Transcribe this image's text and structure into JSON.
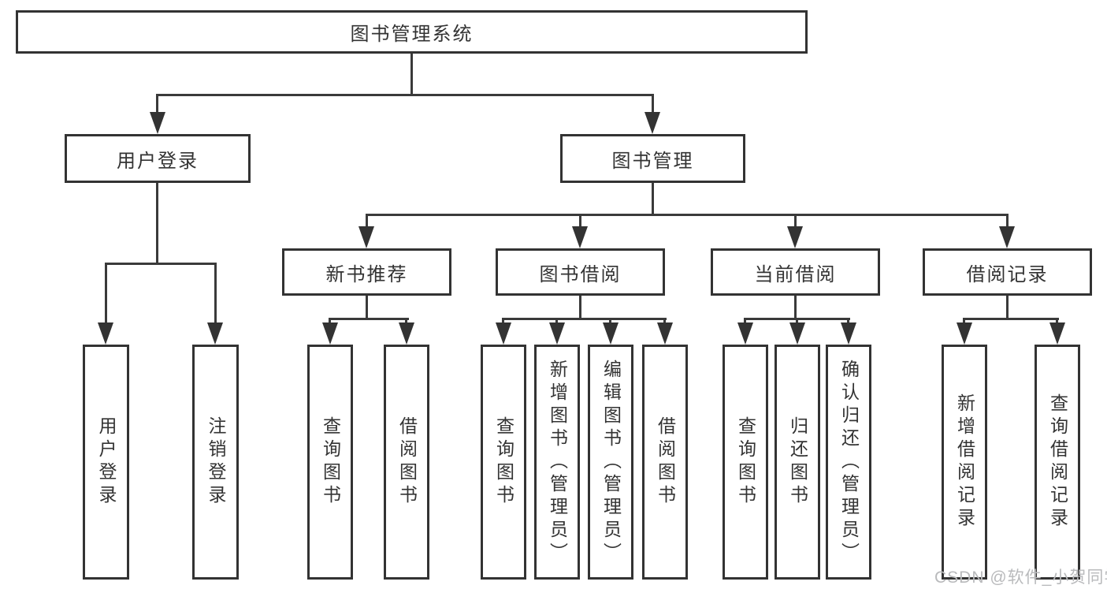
{
  "diagram": {
    "root": {
      "label": "图书管理系统"
    },
    "branches": [
      {
        "label": "用户登录",
        "leaves": [
          "用户登录",
          "注销登录"
        ]
      },
      {
        "label": "图书管理",
        "groups": [
          {
            "label": "新书推荐",
            "leaves": [
              "查询图书",
              "借阅图书"
            ]
          },
          {
            "label": "图书借阅",
            "leaves": [
              "查询图书",
              "新增图书（管理员）",
              "编辑图书（管理员）",
              "借阅图书"
            ]
          },
          {
            "label": "当前借阅",
            "leaves": [
              "查询图书",
              "归还图书",
              "确认归还（管理员）"
            ]
          },
          {
            "label": "借阅记录",
            "leaves": [
              "新增借阅记录",
              "查询借阅记录"
            ]
          }
        ]
      }
    ]
  },
  "watermark": "CSDN @软件_小贺同学",
  "colors": {
    "line": "#333333",
    "text": "#333333",
    "background": "#ffffff",
    "watermark_text": "#b9babc"
  }
}
